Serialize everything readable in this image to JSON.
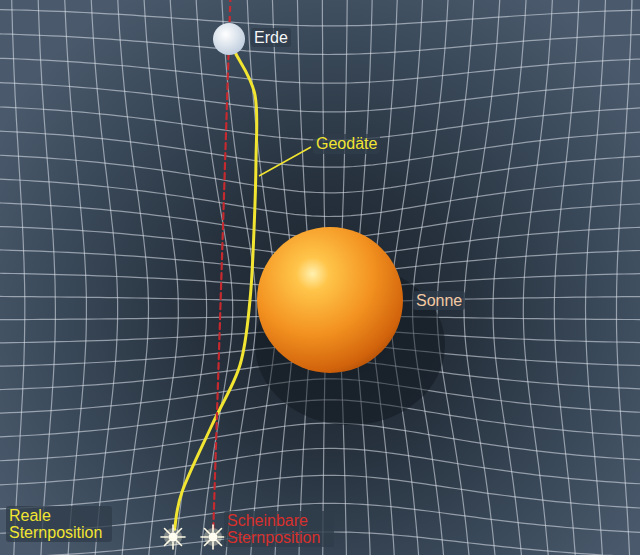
{
  "diagram": {
    "nodes": [
      {
        "text": [
          "Erde"
        ]
      },
      {
        "text": [
          "Sonne"
        ]
      },
      {
        "text": [
          "Reale Sternposition"
        ]
      },
      {
        "text": [
          "Scheinbare Sternposition"
        ]
      }
    ],
    "edges": [
      {
        "from": 2,
        "to": 0,
        "arrow": "none"
      },
      {
        "from": 3,
        "to": 0,
        "arrow": "none"
      }
    ],
    "labels": [
      "Geodäte"
    ]
  }
}
